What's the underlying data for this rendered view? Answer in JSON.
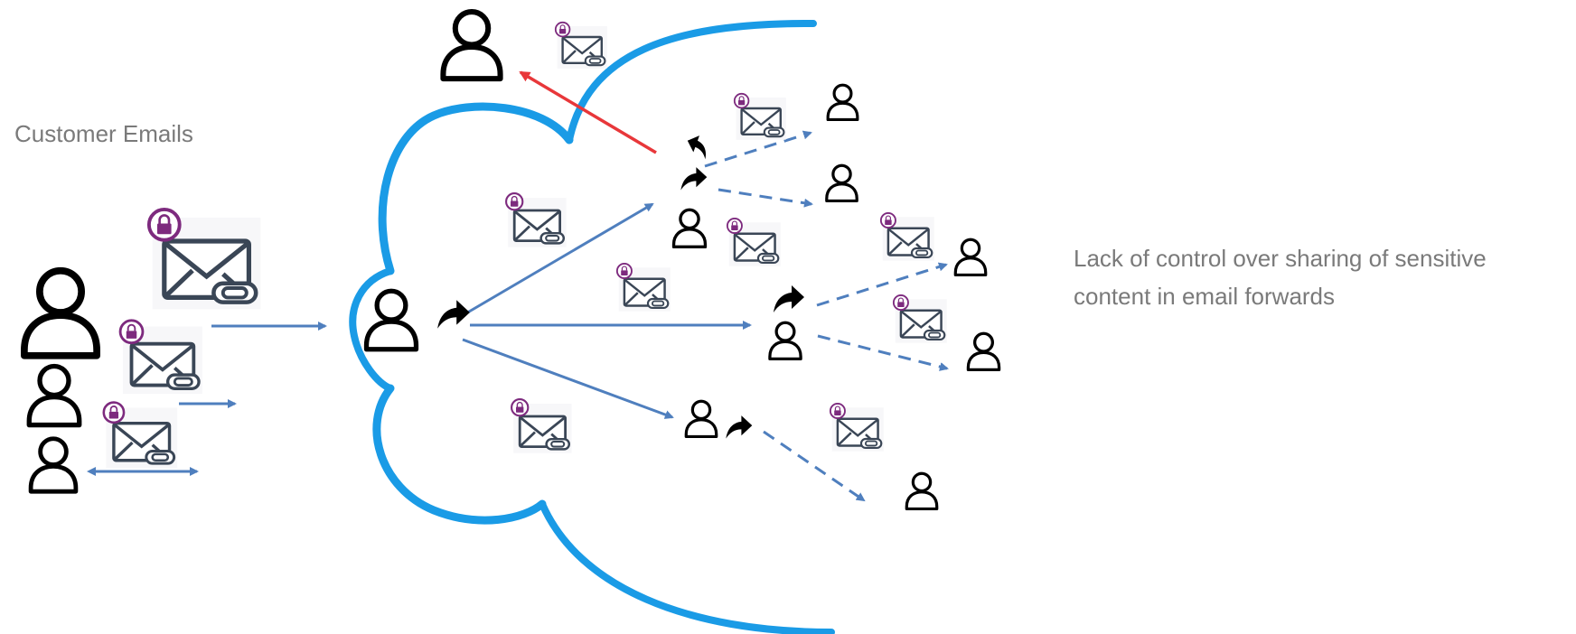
{
  "labels": {
    "customer_emails": "Customer Emails",
    "note_line1": "Lack of control over sharing of sensitive",
    "note_line2": "content in email forwards"
  },
  "colors": {
    "cloud": "#1a9be6",
    "arrow": "#4f7fbe",
    "leak_arrow": "#e8373a",
    "envelope": "#3a4656",
    "lock": "#7d2a7e",
    "person": "#000000"
  },
  "icons": {
    "person": "user-outline-icon",
    "envelope": "envelope-with-paperclip-icon",
    "lock": "lock-badge-icon",
    "forward": "forward-arrow-icon",
    "cloud": "cloud-boundary-icon"
  }
}
